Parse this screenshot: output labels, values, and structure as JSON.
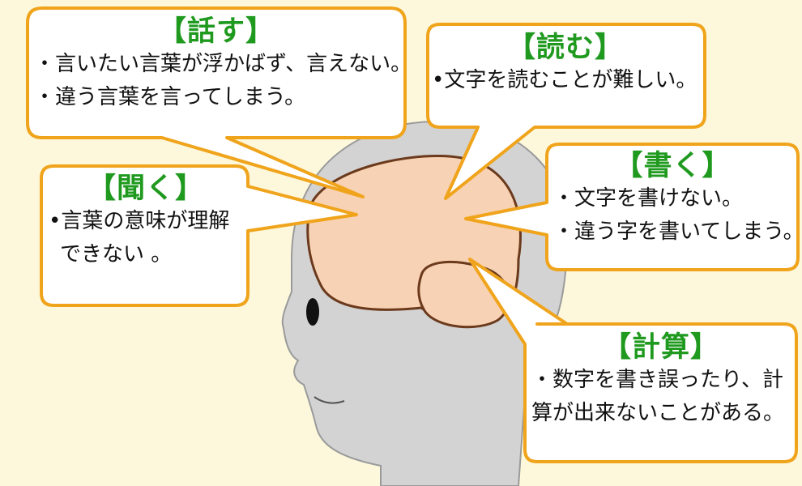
{
  "colors": {
    "background": "#fdf8dc",
    "bubble_fill": "#ffffff",
    "bubble_border": "#f0a41c",
    "head_fill": "#d3d3d3",
    "brain_fill": "#f8d2b4",
    "brain_outline": "#6b3a1c",
    "title_text": "#1f9a1f",
    "body_text": "#111111"
  },
  "bubbles": {
    "speak": {
      "title": "【話す】",
      "lines": [
        "・言いたい言葉が浮かばず、言えない。",
        "・違う言葉を言ってしまう。"
      ]
    },
    "read": {
      "title": "【読む】",
      "lines": [
        "•文字を読むことが難しい。"
      ]
    },
    "write": {
      "title": "【書く】",
      "lines": [
        "・文字を書けない。",
        "・違う字を書いてしまう。"
      ]
    },
    "listen": {
      "title": "【聞く】",
      "lines": [
        "•言葉の意味が理解",
        "できない 。"
      ]
    },
    "calculate": {
      "title": "【計算】",
      "lines": [
        "・数字を書き誤ったり、計",
        "算が出来ないことがある。"
      ]
    }
  }
}
